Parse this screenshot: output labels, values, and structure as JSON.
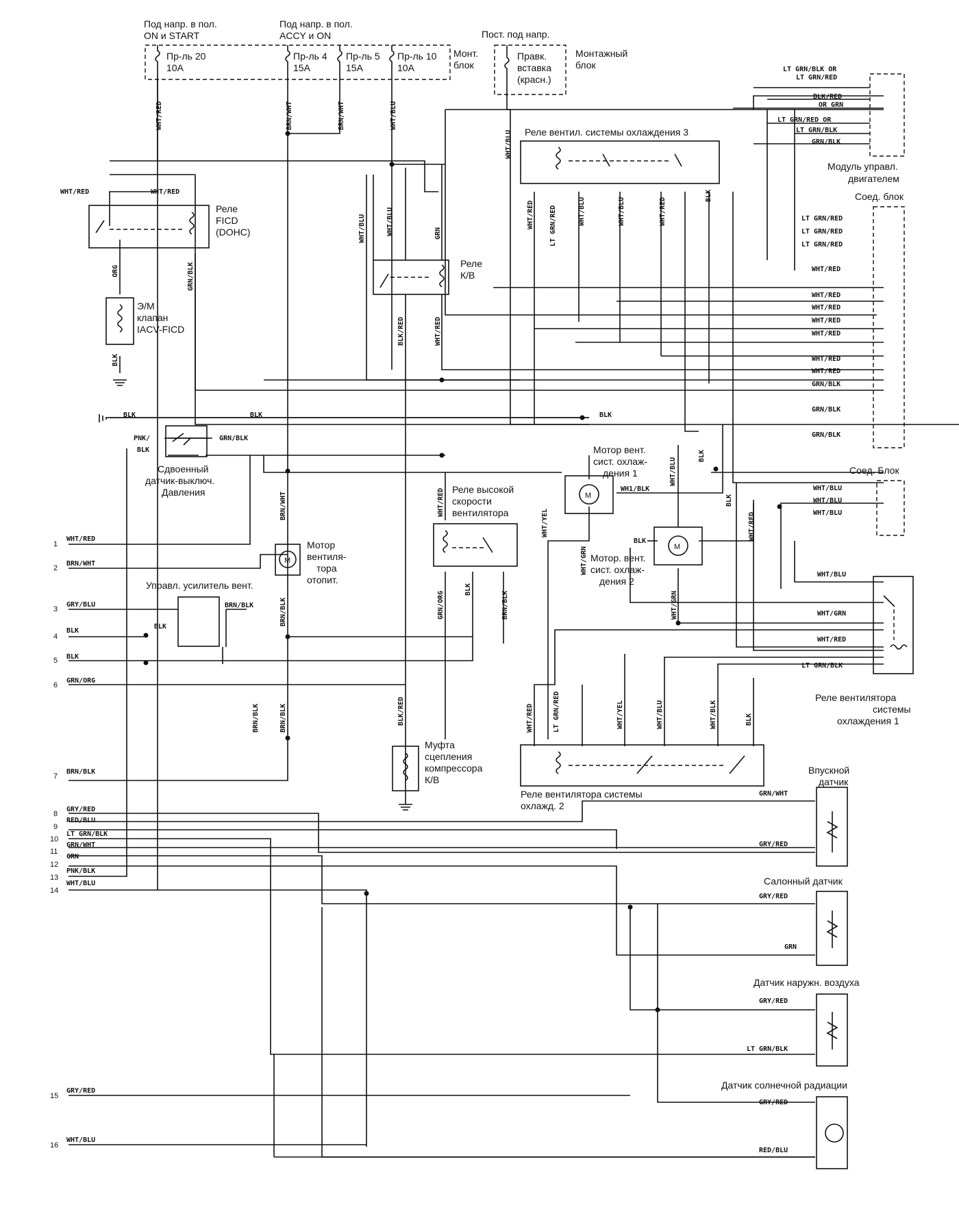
{
  "supply": {
    "ign_on_start": [
      "Под напр. в пол.",
      "ON и START"
    ],
    "ign_accy_on": [
      "Под напр. в пол.",
      "ACCY и ON"
    ],
    "constant": "Пост. под напр."
  },
  "fuses": {
    "f20": [
      "Пр-ль 20",
      "10A"
    ],
    "f4": [
      "Пр-ль 4",
      "15A"
    ],
    "f5": [
      "Пр-ль 5",
      "15A"
    ],
    "f10": [
      "Пр-ль 10",
      "10A"
    ],
    "block": [
      "Монт.",
      "блок"
    ],
    "fusible_link": [
      "Правк.",
      "вставка",
      "(красн.)"
    ],
    "mount_block": [
      "Монтажный",
      "блок"
    ]
  },
  "components": {
    "fan_relay_3": "Реле вентил. системы охлаждения 3",
    "ecm": [
      "Модуль управл.",
      "двигателем"
    ],
    "joint_block_1": "Соед. блок",
    "joint_block_2": "Соед. Блок",
    "ficd_relay": [
      "Реле",
      "FICD",
      "(DOHC)"
    ],
    "iacv_valve": [
      "Э/М",
      "клапан",
      "IACV-FICD"
    ],
    "ac_relay": [
      "Реле",
      "К/В"
    ],
    "dual_pressure": [
      "Сдвоенный",
      "датчик-выключ.",
      "Давления"
    ],
    "fan_motor_1": [
      "Мотор вент.",
      "сист. охлаж-",
      "дения 1"
    ],
    "fan_motor_2": [
      "Мотор. вент.",
      "сист. охлаж-",
      "дения 2"
    ],
    "high_speed_relay": [
      "Реле высокой",
      "скорости",
      "вентилятора"
    ],
    "blower_motor": [
      "Мотор",
      "вентиля-",
      "тора",
      "отопит."
    ],
    "fan_amp": "Управл. усилитель вент.",
    "fan_relay_1": [
      "Реле вентилятора",
      "системы",
      "охлаждения 1"
    ],
    "compressor_clutch": [
      "Муфта",
      "сцепления",
      "компрессора",
      "К/В"
    ],
    "fan_relay_2": [
      "Реле вентилятора системы",
      "охлажд. 2"
    ],
    "intake_sensor": [
      "Впускной",
      "датчик"
    ],
    "cabin_sensor": "Салонный датчик",
    "ambient_sensor": "Датчик наружн. воздуха",
    "sun_sensor": "Датчик солнечной радиации"
  },
  "left_terminals": [
    {
      "num": "1",
      "wire": "WHT/RED"
    },
    {
      "num": "2",
      "wire": "BRN/WHT"
    },
    {
      "num": "3",
      "wire": "GRY/BLU"
    },
    {
      "num": "4",
      "wire": "BLK"
    },
    {
      "num": "5",
      "wire": "BLK"
    },
    {
      "num": "6",
      "wire": "GRN/ORG"
    },
    {
      "num": "7",
      "wire": "BRN/BLK"
    },
    {
      "num": "8",
      "wire": "GRY/RED"
    },
    {
      "num": "9",
      "wire": "RED/BLU"
    },
    {
      "num": "10",
      "wire": "LT GRN/BLK"
    },
    {
      "num": "11",
      "wire": "GRN/WHT"
    },
    {
      "num": "12",
      "wire": "GRN"
    },
    {
      "num": "13",
      "wire": "PNK/BLK"
    },
    {
      "num": "14",
      "wire": "WHT/BLU"
    },
    {
      "num": "15",
      "wire": "GRY/RED"
    },
    {
      "num": "16",
      "wire": "WHT/BLU"
    }
  ],
  "ecm_wires": [
    "LT GRN/BLK OR",
    "LT GRN/RED",
    "BLK/RED",
    "OR GRN",
    "LT GRN/RED OR",
    "LT GRN/BLK",
    "GRN/BLK"
  ],
  "jb1_wires": [
    "LT GRN/RED",
    "LT GRN/RED",
    "LT GRN/RED",
    "WHT/RED",
    "WHT/RED",
    "WHT/RED",
    "WHT/RED",
    "WHT/RED",
    "WHT/RED",
    "WHT/RED",
    "GRN/BLK",
    "GRN/BLK",
    "GRN/BLK"
  ],
  "jb2_wires": [
    "WHT/BLU",
    "WHT/BLU",
    "WHT/BLU"
  ],
  "relay1_wires": [
    "WHT/BLU",
    "WHT/GRN",
    "WHT/RED",
    "LT GRN/BLK"
  ],
  "sensor_wires": {
    "intake_top": "GRN/WHT",
    "intake_bot": "GRY/RED",
    "cabin_top": "GRY/RED",
    "cabin_bot": "GRN",
    "ambient_top": "GRY/RED",
    "ambient_bot": "LT GRN/BLK",
    "sun_top": "GRY/RED",
    "sun_bot": "RED/BLU"
  },
  "vertical_wires": {
    "fuse20": "WHT/RED",
    "fuse4": "BRN/WHT",
    "fuse5": "BRN/WHT",
    "fuse10": "WHT/BLU",
    "link": "WHT/BLU",
    "ficd_l": "WHT/RED",
    "ficd_r": "WHT/RED",
    "ficd_org": "ORG",
    "ficd_grnblk": "GRN/BLK",
    "iacv_blk": "BLK",
    "ac_whtblu_a": "WHT/BLU",
    "ac_whtblu_b": "WHT/BLU",
    "ac_grn": "GRN",
    "ac_blkred": "BLK/RED",
    "ac_whtred": "WHT/RED",
    "r3_whtred": "WHT/RED",
    "r3_ltgrnred": "LT GRN/RED",
    "r3_whtblu_a": "WHT/BLU",
    "r3_whtblu_b": "WHT/BLU",
    "r3_whtred_b": "WHT/RED",
    "r3_blk": "BLK",
    "ground_blk_a": "BLK",
    "ground_blk_b": "BLK",
    "ground_blk_c": "BLK",
    "pnk_blk": "PNK/",
    "blk_small": "BLK",
    "grn_blk_h": "GRN/BLK",
    "blower_brnwht": "BRN/WHT",
    "blower_brnblk": "BRN/BLK",
    "amp_brnblk": "BRN/BLK",
    "amp_blk": "BLK",
    "hs_whtred": "WHT/RED",
    "hs_grnorg": "GRN/ORG",
    "hs_blk": "BLK",
    "hs_brnblk": "BRN/BLK",
    "m1_whtyel": "WHT/YEL",
    "m1_whtgrn": "WHT/GRN",
    "m1_whtblk": "WH1/BLK",
    "m1_whtblu": "WHT/BLU",
    "m1_blk": "BLK",
    "m1_blk2": "BLK",
    "m1_whtred": "WHT/RED",
    "m2_blk": "BLK",
    "m2_whtgrn": "WHT/GRN",
    "clutch_blkred_a": "BLK/RED",
    "clutch_blkred_b": "BLK/RED",
    "brnblk_a": "BRN/BLK",
    "brnblk_b": "BRN/BLK",
    "r2_whtred": "WHT/RED",
    "r2_ltgrnred": "LT GRN/RED",
    "r2_whtyel": "WHT/YEL",
    "r2_whtblu": "WHT/BLU",
    "r2_whtblk": "WHT/BLK",
    "r2_blk": "BLK"
  }
}
